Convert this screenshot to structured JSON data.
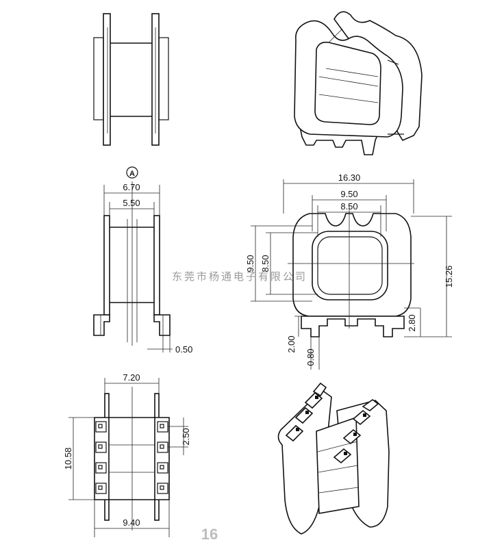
{
  "section_label": "A",
  "watermark": "东莞市杨通电子有限公司",
  "page_number": "16",
  "dimensions": {
    "front_outer_width": "6.70",
    "front_inner_width": "5.50",
    "front_flange_thickness": "0.50",
    "side_overall_width": "16.30",
    "side_window_outer": "9.50",
    "side_window_inner": "8.50",
    "side_window_height_outer": "9.50",
    "side_window_height_inner": "8.50",
    "side_overall_height": "15.26",
    "side_base_height": "2.80",
    "pin_length": "2.00",
    "pin_width": "0.80",
    "bottom_top_width": "7.20",
    "bottom_pad_pitch": "2.50",
    "bottom_height": "10.58",
    "bottom_overall_width": "9.40"
  }
}
